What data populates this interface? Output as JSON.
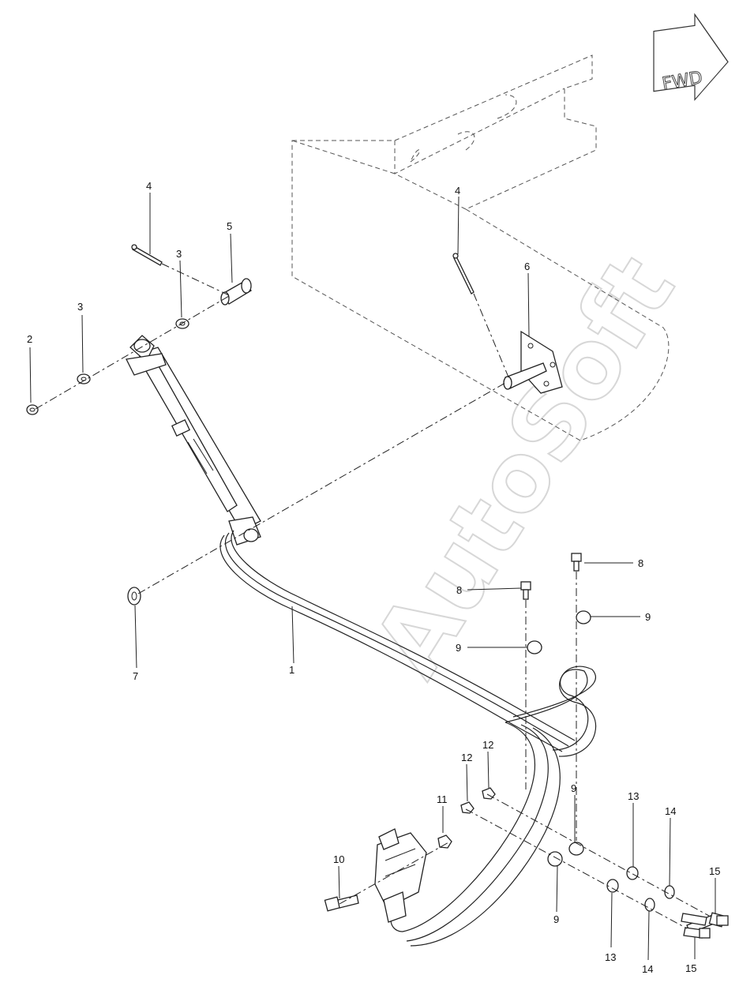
{
  "orientation_badge": {
    "label": "FWD"
  },
  "watermark": "AutoSoft",
  "callouts": {
    "c1": "1",
    "c2": "2",
    "c3a": "3",
    "c3b": "3",
    "c4a": "4",
    "c4b": "4",
    "c5": "5",
    "c6": "6",
    "c7": "7",
    "c8a": "8",
    "c8b": "8",
    "c9a": "9",
    "c9b": "9",
    "c9c": "9",
    "c9d": "9",
    "c10": "10",
    "c11": "11",
    "c12a": "12",
    "c12b": "12",
    "c13a": "13",
    "c13b": "13",
    "c14a": "14",
    "c14b": "14",
    "c15a": "15",
    "c15b": "15"
  }
}
